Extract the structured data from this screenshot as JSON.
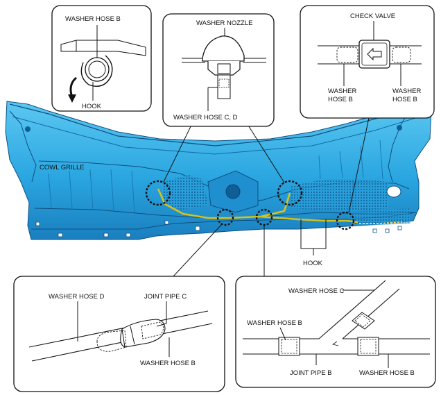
{
  "colors": {
    "body_fill": "#3fb6e8",
    "body_shade": "#1e8cc8",
    "body_dark": "#0f5f99",
    "hose": "#d8c21a",
    "callout_ring": "#111111",
    "line": "#111111"
  },
  "labels": {
    "washer_hose_b_top": "WASHER HOSE B",
    "hook_top": "HOOK",
    "washer_nozzle": "WASHER NOZZLE",
    "washer_hose_cd": "WASHER HOSE C, D",
    "check_valve": "CHECK VALVE",
    "washer_hose_b_left_1": "WASHER",
    "washer_hose_b_left_2": "HOSE B",
    "washer_hose_b_right_1": "WASHER",
    "washer_hose_b_right_2": "HOSE B",
    "cowl_grille": "COWL GRILLE",
    "hook_bottom": "HOOK",
    "washer_hose_d": "WASHER HOSE D",
    "joint_pipe_c": "JOINT PIPE C",
    "washer_hose_b_bl": "WASHER HOSE B",
    "washer_hose_c": "WASHER HOSE C",
    "washer_hose_b_br_left": "WASHER HOSE B",
    "joint_pipe_b": "JOINT PIPE B",
    "washer_hose_b_br_right": "WASHER HOSE B"
  },
  "icons": [
    "curved-arrow-icon",
    "flow-arrow-icon",
    "callout-circle-icon"
  ]
}
